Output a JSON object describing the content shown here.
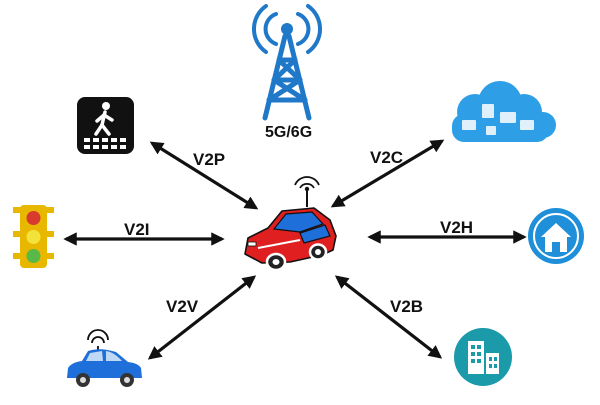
{
  "links": {
    "v2p": "V2P",
    "v2c": "V2C",
    "v2i": "V2I",
    "v2h": "V2H",
    "v2v": "V2V",
    "v2b": "V2B"
  },
  "tower": {
    "label": "5G/6G"
  },
  "icons": {
    "center": "connected-car-icon",
    "tower": "cell-tower-icon",
    "pedestrian": "pedestrian-crossing-icon",
    "cloud": "cloud-icon",
    "traffic_light": "traffic-light-icon",
    "home": "home-icon",
    "vehicle": "vehicle-icon",
    "building": "building-icon"
  },
  "colors": {
    "tower_blue": "#1F78C8",
    "cloud_blue": "#2E9FE6",
    "home_blue": "#1E8FD8",
    "building_teal": "#1B9AAA",
    "traffic_yellow": "#E8B800",
    "car_red": "#E02020",
    "car_blue_small": "#1E6FD9",
    "arrow": "#111111"
  }
}
